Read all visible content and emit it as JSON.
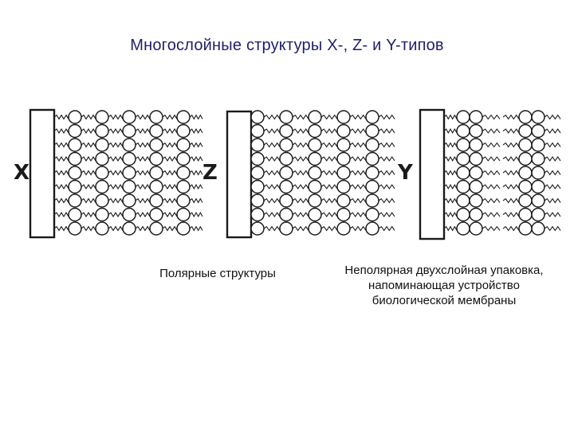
{
  "title": "Многослойные структуры X-, Z- и Y-типов",
  "panels": [
    {
      "letter": "X",
      "type": "X"
    },
    {
      "letter": "Z",
      "type": "Z"
    },
    {
      "letter": "Y",
      "type": "Y"
    }
  ],
  "captions": {
    "polar": "Полярные структуры",
    "nonpolar": "Неполярная двухслойная упаковка, напоминающая устройство биологической мембраны"
  },
  "colors": {
    "title": "#1f1f6b",
    "ink": "#1a1a1a",
    "background": "#ffffff"
  }
}
